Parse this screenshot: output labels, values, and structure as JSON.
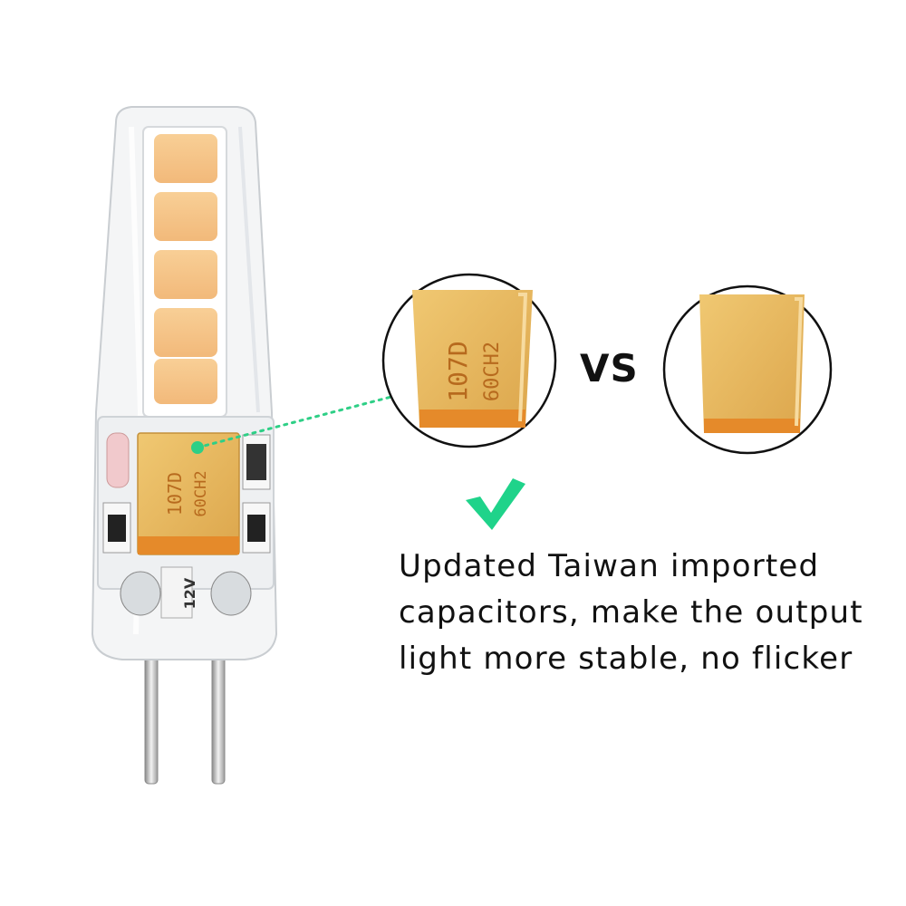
{
  "vs_label": "VS",
  "caption": {
    "line1": "Updated Taiwan imported",
    "line2": "capacitors, make the output",
    "line3": "light more stable, no flicker"
  },
  "capacitor_marking": {
    "code": "107D",
    "batch": "60CH2"
  },
  "board_marking": "12V",
  "colors": {
    "led": "#f6c58a",
    "capacitor": "#e8b85c",
    "capacitor_stripe": "#e58a2a",
    "connector": "#2ecf86",
    "checkmark": "#1fd38a"
  }
}
